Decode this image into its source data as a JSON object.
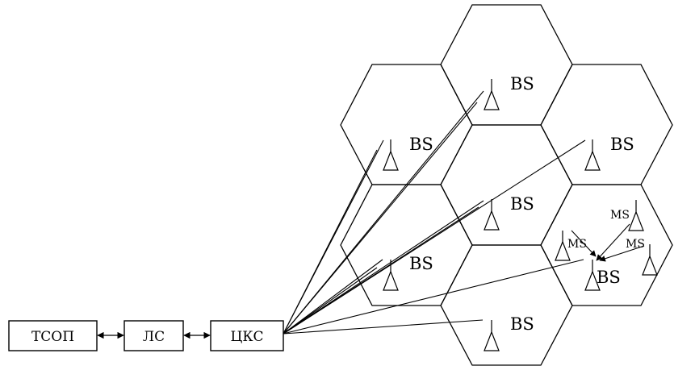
{
  "boxes": {
    "tsop": "ТСОП",
    "ls": "ЛС",
    "cks": "ЦКС"
  },
  "cells": {
    "top": "BS",
    "upper_left": "BS",
    "upper_right": "BS",
    "center": "BS",
    "lower_left": "BS",
    "lower_right": "BS",
    "bottom": "BS"
  },
  "mobile_stations": {
    "ms_top": "MS",
    "ms_left": "MS",
    "ms_right": "MS"
  }
}
